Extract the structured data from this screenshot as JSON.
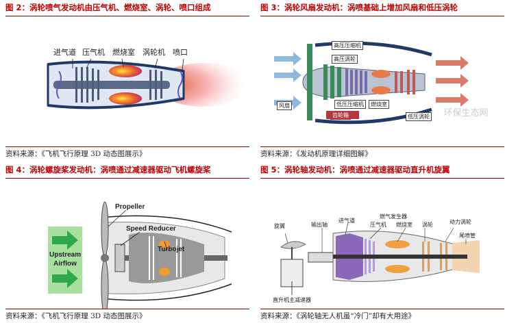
{
  "fig2": {
    "title": "图 2：涡轮喷气发动机由压气机、燃烧室、涡轮、喷口组成",
    "labels": [
      "进气道",
      "压气机",
      "燃烧室",
      "涡轮机",
      "喷口"
    ],
    "source": "资料来源：《飞机飞行原理 3D 动态图展示》"
  },
  "fig3": {
    "title": "图 3：涡轮风扇发动机：涡喷基础上增加风扇和低压涡轮",
    "labels": {
      "hp_compressor": "高压压缩机",
      "hp_turbine": "高压涡轮",
      "fan": "风扇",
      "lp_compressor": "低压压缩机",
      "combustor": "燃烧室",
      "gearbox": "齿轮箱",
      "lp_turbine": "低压涡轮"
    },
    "watermark": "环保生态网",
    "source": "资料来源：《发动机原理详细图解》"
  },
  "fig4": {
    "title": "图 4：涡轮螺旋桨发动机：涡喷通过减速器驱动飞机螺旋桨",
    "labels": {
      "propeller": "Propeller",
      "reducer": "Speed Reducer",
      "turbojet": "Turbojet",
      "upstream_1": "Upstream",
      "upstream_2": "Airflow"
    },
    "source": "资料来源：《飞机飞行原理 3D 动态图展示》"
  },
  "fig5": {
    "title": "图 5：涡轮轴发动机：涡喷通过减速器驱动直升机旋翼",
    "labels": {
      "rotor": "旋翼",
      "output_shaft": "输出轴",
      "inlet": "进气道",
      "gas_generator": "燃气发生器",
      "compressor": "压气机",
      "combustor": "燃烧室",
      "turbine": "涡轮",
      "power_turbine": "动力涡轮",
      "exhaust": "尾喷管",
      "reducer": "直升机主减速器"
    },
    "source": "资料来源：《涡轮轴无人机虽“冷门”却有大用途》"
  },
  "colors": {
    "title_red": "#c00000",
    "rule": "#8b0000",
    "arrow_green": "#2ea84a",
    "flame": "#e8502a"
  }
}
